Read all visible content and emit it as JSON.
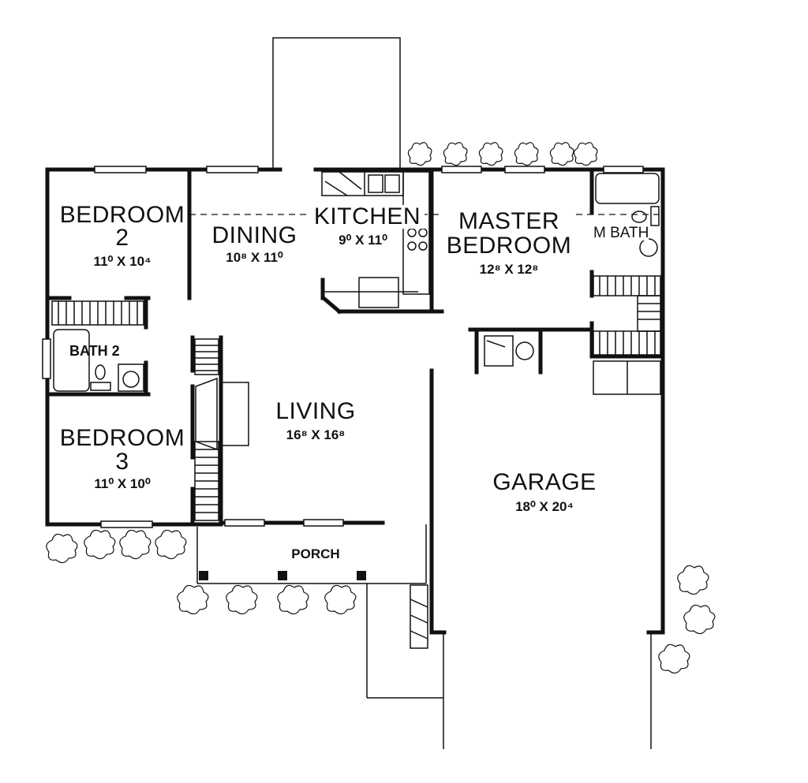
{
  "rooms": {
    "bedroom2": {
      "name": "BEDROOM",
      "number": "2",
      "dims": "11⁰ X 10⁴"
    },
    "dining": {
      "name": "DINING",
      "dims": "10⁸ X 11⁰"
    },
    "kitchen": {
      "name": "KITCHEN",
      "dims": "9⁰ X 11⁰"
    },
    "master": {
      "line1": "MASTER",
      "line2": "BEDROOM",
      "dims": "12⁸ X 12⁸"
    },
    "mbath": {
      "name": "M BATH"
    },
    "bath2": {
      "name": "BATH 2"
    },
    "living": {
      "name": "LIVING",
      "dims": "16⁸ X 16⁸"
    },
    "bedroom3": {
      "name": "BEDROOM",
      "number": "3",
      "dims": "11⁰ X 10⁰"
    },
    "garage": {
      "name": "GARAGE",
      "dims": "18⁰ X 20⁴"
    },
    "porch": {
      "name": "PORCH"
    }
  },
  "colors": {
    "wall": "#111111",
    "background": "#ffffff"
  }
}
